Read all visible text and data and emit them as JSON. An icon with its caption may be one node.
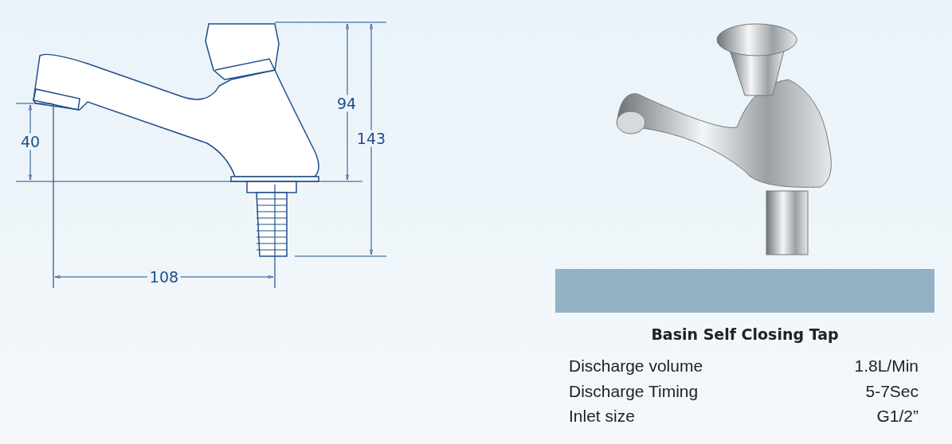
{
  "diagram": {
    "nodes": [
      {
        "text": [],
        "shape": "bar"
      }
    ],
    "edges": [],
    "labels": [
      "94",
      "40",
      "143",
      "108",
      "Basin Self Closing Tap",
      "Discharge volume",
      "1.8L/Min",
      "Discharge Timing",
      "5-7Sec",
      "Inlet size",
      "G1/2”"
    ]
  }
}
